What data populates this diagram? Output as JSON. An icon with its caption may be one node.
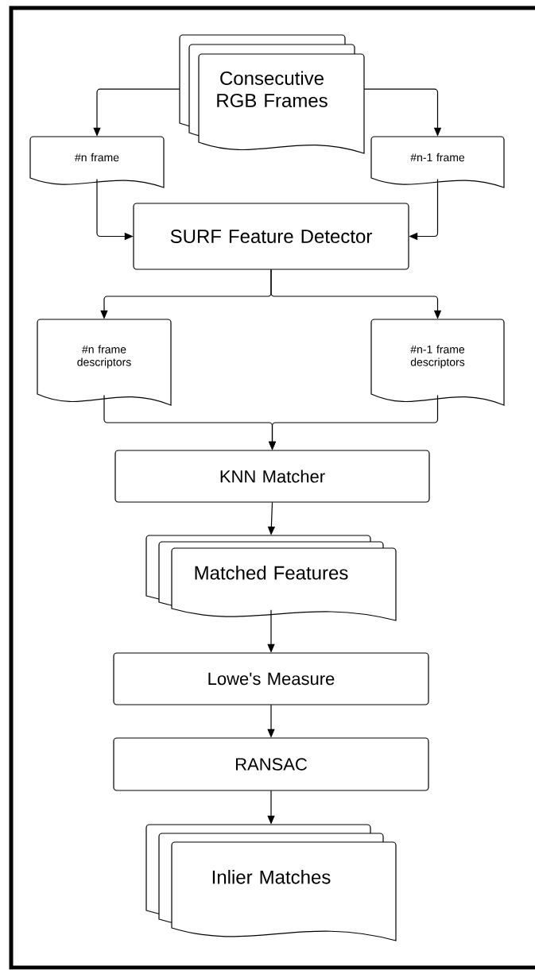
{
  "diagram": {
    "nodes": [
      {
        "text": [
          "Consecutive RGB Frames"
        ]
      },
      {
        "text": [
          "#n frame"
        ]
      },
      {
        "text": [
          "#n-1 frame"
        ]
      },
      {
        "text": [
          "SURF Feature Detector"
        ]
      },
      {
        "text": [
          "#n frame descriptors"
        ]
      },
      {
        "text": [
          "#n-1 frame descriptors"
        ]
      },
      {
        "text": [
          "KNN Matcher"
        ]
      },
      {
        "text": [
          "Matched Features"
        ]
      },
      {
        "text": [
          "Lowe's Measure"
        ]
      },
      {
        "text": [
          "RANSAC"
        ]
      },
      {
        "text": [
          "Inlier Matches"
        ]
      }
    ],
    "edges": [
      {
        "from": 0,
        "to": 1,
        "arrow": "to"
      },
      {
        "from": 0,
        "to": 2,
        "arrow": "to"
      },
      {
        "from": 1,
        "to": 3,
        "arrow": "to"
      },
      {
        "from": 2,
        "to": 3,
        "arrow": "to"
      },
      {
        "from": 3,
        "to": 4,
        "arrow": "to"
      },
      {
        "from": 3,
        "to": 5,
        "arrow": "to"
      },
      {
        "from": 4,
        "to": 6,
        "arrow": "to"
      },
      {
        "from": 5,
        "to": 6,
        "arrow": "to"
      },
      {
        "from": 6,
        "to": 7,
        "arrow": "to"
      },
      {
        "from": 7,
        "to": 8,
        "arrow": "to"
      },
      {
        "from": 8,
        "to": 9,
        "arrow": "to"
      },
      {
        "from": 9,
        "to": 10,
        "arrow": "to"
      }
    ]
  }
}
